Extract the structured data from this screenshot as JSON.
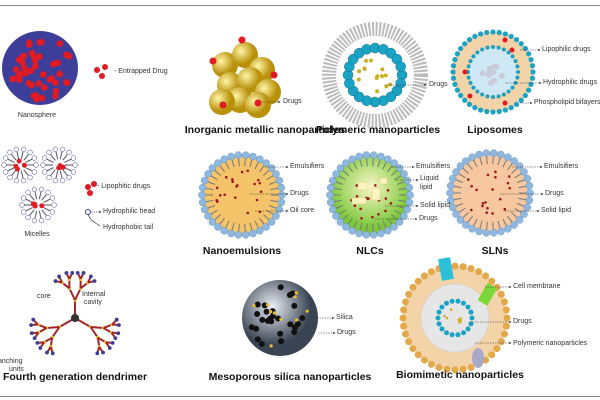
{
  "nanosphere": {
    "caption": "Nanosphere",
    "legend": "- Entrapped Drug"
  },
  "inorganic": {
    "title": "Inorganic metallic nanoparticles",
    "drugs": "Drugs"
  },
  "polymeric": {
    "title": "Polymeric manoparticles",
    "drugs": "Drugs"
  },
  "liposomes": {
    "title": "Liposomes",
    "labels": [
      "Lipophilic drugs",
      "Hydrophilic drugs",
      "Phospholipid bifayers"
    ]
  },
  "micelles": {
    "caption": "Micelles",
    "legend": "- Lipophitic drugs",
    "head": "Hydrophilic head",
    "tail": "Hydrophobic tail"
  },
  "nanoemulsions": {
    "title": "Nanoemulsions",
    "labels": [
      "Emulsifiers",
      "Drugs",
      "Oil core"
    ]
  },
  "nlcs": {
    "title": "NLCs",
    "labels": [
      "Emulsifiers",
      "Liquid",
      "lipid",
      "Solid lipid",
      "Drugs"
    ]
  },
  "slns": {
    "title": "SLNs",
    "labels": [
      "Emulsifiers",
      "Drugs",
      "Solid lipid"
    ]
  },
  "dendrimer": {
    "title": "Fourth generation dendrimer",
    "core": "core",
    "cavity1": "Internal",
    "cavity2": "cavity",
    "branch1": "Branching",
    "branch2": "units"
  },
  "silica": {
    "title": "Mesoporous silica nanoparticles",
    "labels": [
      "Silica",
      "Drugs"
    ]
  },
  "biomimetic": {
    "title": "Biomimetic nanoparticles",
    "labels": [
      "Cell membrane",
      "Drugs",
      "Polymeric nanoparticles"
    ]
  },
  "colors": {
    "drug": "#e01b24",
    "nanosphere": "#3d3d9a",
    "gold": "#e8c51c",
    "teal": "#1aa3c4",
    "shell": "#8fb8e0",
    "oil": "#f5c46a",
    "nlc": "#9ed84a",
    "sln": "#f7c8a0"
  }
}
